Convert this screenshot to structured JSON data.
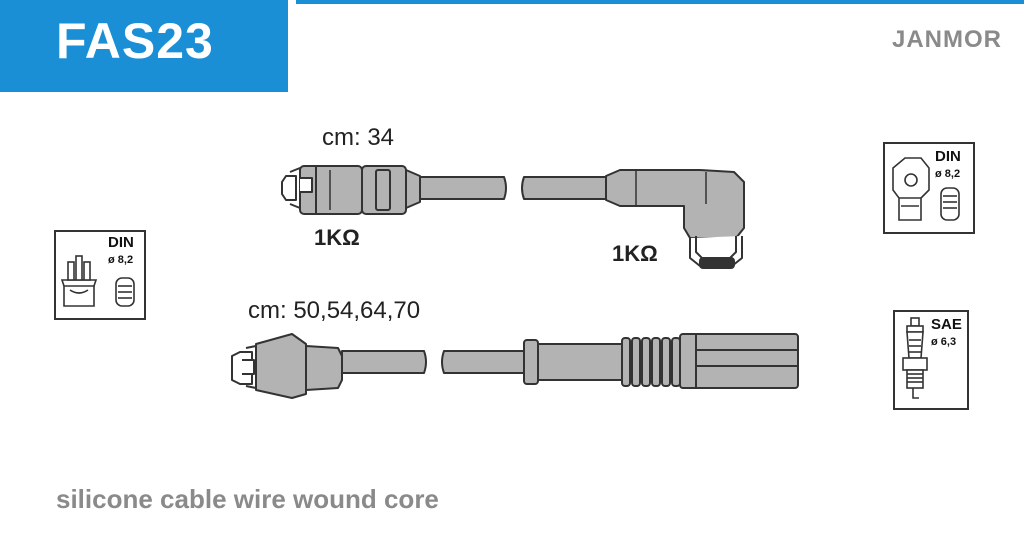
{
  "header": {
    "code": "FAS23",
    "brand": "JANMOR"
  },
  "cables": {
    "top_length": "cm: 34",
    "top_resistance_left": "1KΩ",
    "top_resistance_right": "1KΩ",
    "bottom_lengths": "cm: 50,54,64,70"
  },
  "icons": {
    "distributor_left": {
      "standard": "DIN",
      "diameter": "ø 8,2"
    },
    "distributor_right": {
      "standard": "DIN",
      "diameter": "ø 8,2"
    },
    "spark_plug": {
      "standard": "SAE",
      "diameter": "ø 6,3"
    }
  },
  "footer": {
    "description": "silicone cable wire wound core"
  },
  "colors": {
    "accent": "#1a8fd6",
    "part_fill": "#b3b3b3",
    "outline": "#333333",
    "muted_text": "#8a8a8a"
  }
}
